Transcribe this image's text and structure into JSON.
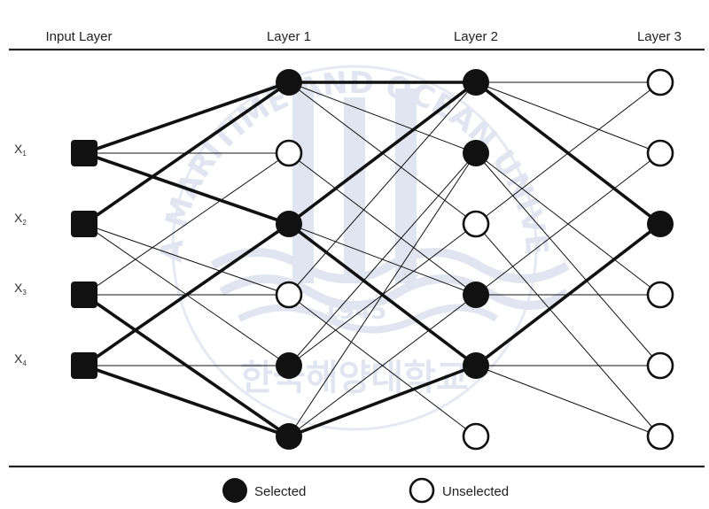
{
  "headers": {
    "input": "Input Layer",
    "layer1": "Layer 1",
    "layer2": "Layer 2",
    "layer3": "Layer 3"
  },
  "inputs": [
    {
      "label": "X",
      "sub": "1"
    },
    {
      "label": "X",
      "sub": "2"
    },
    {
      "label": "X",
      "sub": "3"
    },
    {
      "label": "X",
      "sub": "4"
    }
  ],
  "layers": {
    "layer1": [
      true,
      false,
      true,
      false,
      true,
      true
    ],
    "layer2": [
      true,
      true,
      false,
      true,
      true,
      false
    ],
    "layer3": [
      false,
      false,
      true,
      false,
      false,
      false
    ]
  },
  "edges_thick": [
    [
      "in1",
      "l1n1"
    ],
    [
      "in1",
      "l1n3"
    ],
    [
      "in2",
      "l1n1"
    ],
    [
      "in3",
      "l1n6"
    ],
    [
      "in4",
      "l1n3"
    ],
    [
      "in4",
      "l1n6"
    ],
    [
      "l1n1",
      "l2n1"
    ],
    [
      "l1n3",
      "l2n1"
    ],
    [
      "l1n3",
      "l2n5"
    ],
    [
      "l1n6",
      "l2n5"
    ],
    [
      "l2n1",
      "l3n3"
    ],
    [
      "l2n5",
      "l3n3"
    ]
  ],
  "edges_thin": [
    [
      "in1",
      "l1n2"
    ],
    [
      "in2",
      "l1n4"
    ],
    [
      "in2",
      "l1n5"
    ],
    [
      "in3",
      "l1n2"
    ],
    [
      "in3",
      "l1n4"
    ],
    [
      "in4",
      "l1n5"
    ],
    [
      "l1n1",
      "l2n2"
    ],
    [
      "l1n1",
      "l2n3"
    ],
    [
      "l1n2",
      "l2n4"
    ],
    [
      "l1n3",
      "l2n4"
    ],
    [
      "l1n4",
      "l2n1"
    ],
    [
      "l1n4",
      "l2n6"
    ],
    [
      "l1n5",
      "l2n2"
    ],
    [
      "l1n5",
      "l2n3"
    ],
    [
      "l1n6",
      "l2n2"
    ],
    [
      "l1n6",
      "l2n4"
    ],
    [
      "l2n1",
      "l3n1"
    ],
    [
      "l2n1",
      "l3n2"
    ],
    [
      "l2n2",
      "l3n4"
    ],
    [
      "l2n2",
      "l3n5"
    ],
    [
      "l2n3",
      "l3n1"
    ],
    [
      "l2n3",
      "l3n6"
    ],
    [
      "l2n4",
      "l3n2"
    ],
    [
      "l2n4",
      "l3n4"
    ],
    [
      "l2n5",
      "l3n5"
    ],
    [
      "l2n5",
      "l3n6"
    ]
  ],
  "legend": {
    "selected": "Selected",
    "unselected": "Unselected"
  },
  "watermark": {
    "arc_text": "KOREA MARITIME AND OCEAN UNIVERSITY",
    "year": "1945",
    "korean": "한국해양대학교"
  }
}
